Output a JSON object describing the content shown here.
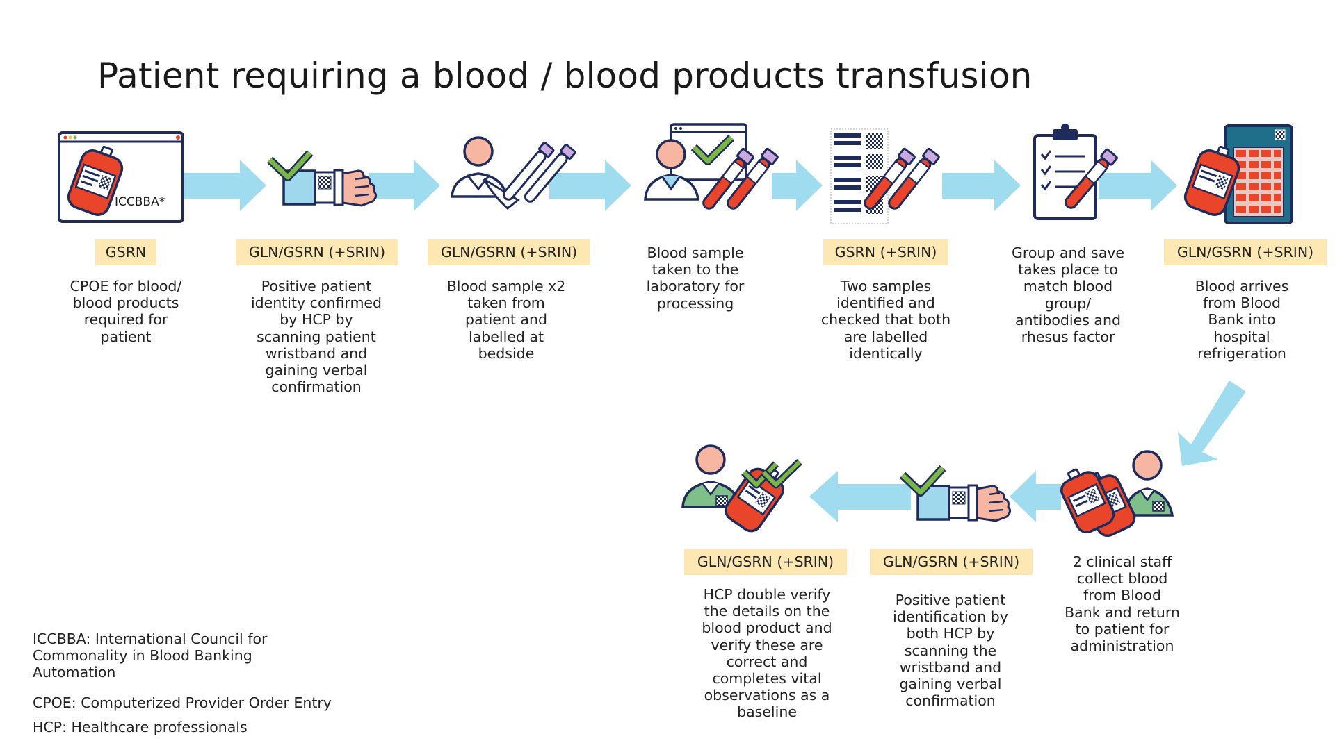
{
  "title": "Patient requiring a blood / blood products transfusion",
  "bag_label": "ICCBBA*",
  "colors": {
    "arrow": "#9fdcef",
    "tag_bg": "#fde7b3",
    "navy": "#1f2b5a",
    "blood": "#e8452a",
    "skin": "#f6b6a2",
    "check": "#7ab648",
    "glove": "#9fd8ec",
    "tube_cap": "#c9a9e0",
    "nurse": "#7fbf8a"
  },
  "steps": [
    {
      "tag": "GSRN",
      "desc": [
        "CPOE for blood/",
        "blood products",
        "required for",
        "patient"
      ],
      "icon": "computer-blood-bag-icon"
    },
    {
      "tag": "GLN/GSRN (+SRIN)",
      "desc": [
        "Positive patient",
        "identity confirmed",
        "by HCP by",
        "scanning patient",
        "wristband and",
        "gaining verbal",
        "confirmation"
      ],
      "icon": "wristband-scan-icon"
    },
    {
      "tag": "GLN/GSRN (+SRIN)",
      "desc": [
        "Blood sample x2",
        "taken from",
        "patient and",
        "labelled at",
        "bedside"
      ],
      "icon": "patient-sample-tubes-icon"
    },
    {
      "tag": "",
      "desc": [
        "Blood sample",
        "taken to the",
        "laboratory for",
        "processing"
      ],
      "icon": "lab-technician-icon"
    },
    {
      "tag": "GSRN (+SRIN)",
      "desc": [
        "Two samples",
        "identified and",
        "checked that both",
        "are labelled",
        "identically"
      ],
      "icon": "barcode-tubes-icon"
    },
    {
      "tag": "",
      "desc": [
        "Group and save",
        "takes place to",
        "match blood",
        "group/",
        "antibodies and",
        "rhesus factor"
      ],
      "icon": "clipboard-checklist-icon"
    },
    {
      "tag": "GLN/GSRN (+SRIN)",
      "desc": [
        "Blood arrives",
        "from Blood",
        "Bank into",
        "hospital",
        "refrigeration"
      ],
      "icon": "blood-fridge-icon"
    },
    {
      "tag": "",
      "desc": [
        "2 clinical staff",
        "collect blood",
        "from Blood",
        "Bank and return",
        "to patient for",
        "administration"
      ],
      "icon": "staff-blood-bags-icon"
    },
    {
      "tag": "GLN/GSRN (+SRIN)",
      "desc": [
        "Positive patient",
        "identification by",
        "both HCP by",
        "scanning the",
        "wristband and",
        "gaining verbal",
        "confirmation"
      ],
      "icon": "wristband-scan-icon"
    },
    {
      "tag": "GLN/GSRN (+SRIN)",
      "desc": [
        "HCP double verify",
        "the details on the",
        "blood product and",
        "verify these are",
        "correct and",
        "completes vital",
        "observations as a",
        "baseline"
      ],
      "icon": "nurse-double-check-icon"
    }
  ],
  "footnotes": [
    [
      "ICCBBA: International Council for",
      "Commonality in Blood Banking",
      "Automation"
    ],
    [
      "CPOE: Computerized Provider Order Entry"
    ],
    [
      "HCP: Healthcare professionals"
    ]
  ]
}
